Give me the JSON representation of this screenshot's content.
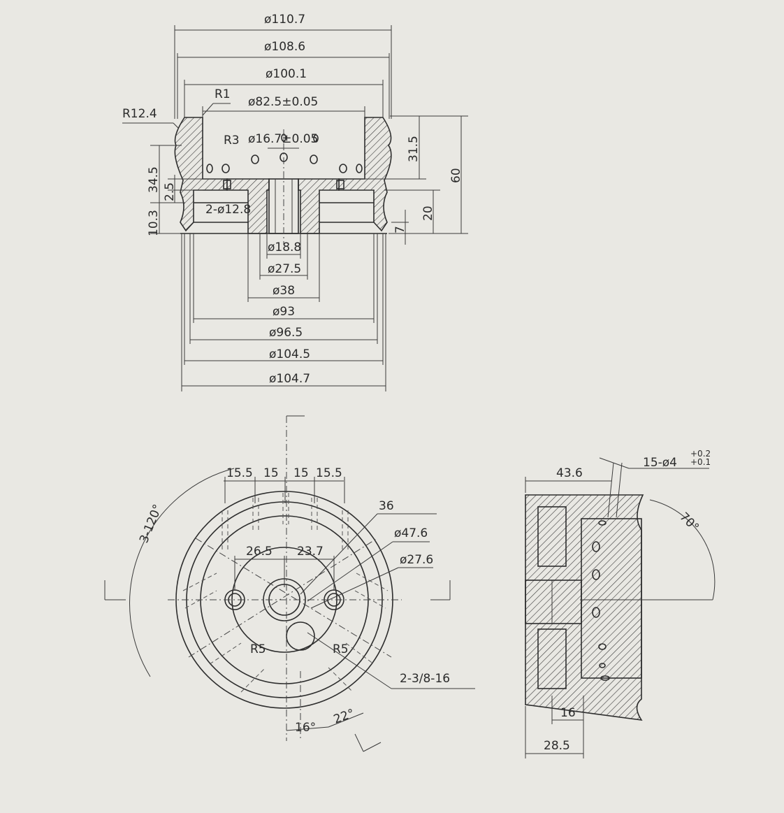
{
  "palette": {
    "paper": "#e9e8e3",
    "ink": "#2d2d2d"
  },
  "front_view": {
    "dia": [
      "ø110.7",
      "ø108.6",
      "ø100.1",
      "ø82.5±0.05",
      "ø16.7±0.05",
      "ø18.8",
      "ø27.5",
      "ø38",
      "ø93",
      "ø96.5",
      "ø104.5",
      "ø104.7"
    ],
    "radius": [
      "R12.4",
      "R1",
      "R3"
    ],
    "heights": [
      "34.5",
      "2.5",
      "10.3",
      "31.5",
      "60",
      "20",
      "7"
    ],
    "hole_note": "2-ø12.8"
  },
  "plan_view": {
    "top_dims": [
      "15.5",
      "15",
      "15",
      "15.5"
    ],
    "center_dims": [
      "26.5",
      "23.7"
    ],
    "angle": "3-120°",
    "notes": [
      "36",
      "ø47.6",
      "ø27.6",
      "R5",
      "R5",
      "2-3/8-16",
      "16°",
      "22°"
    ]
  },
  "side_view": {
    "width": "43.6",
    "holes": "15-ø4",
    "tol_upper": "+0.2",
    "tol_lower": "+0.1",
    "angle": "70°",
    "bottom_dims": [
      "16",
      "28.5"
    ]
  }
}
